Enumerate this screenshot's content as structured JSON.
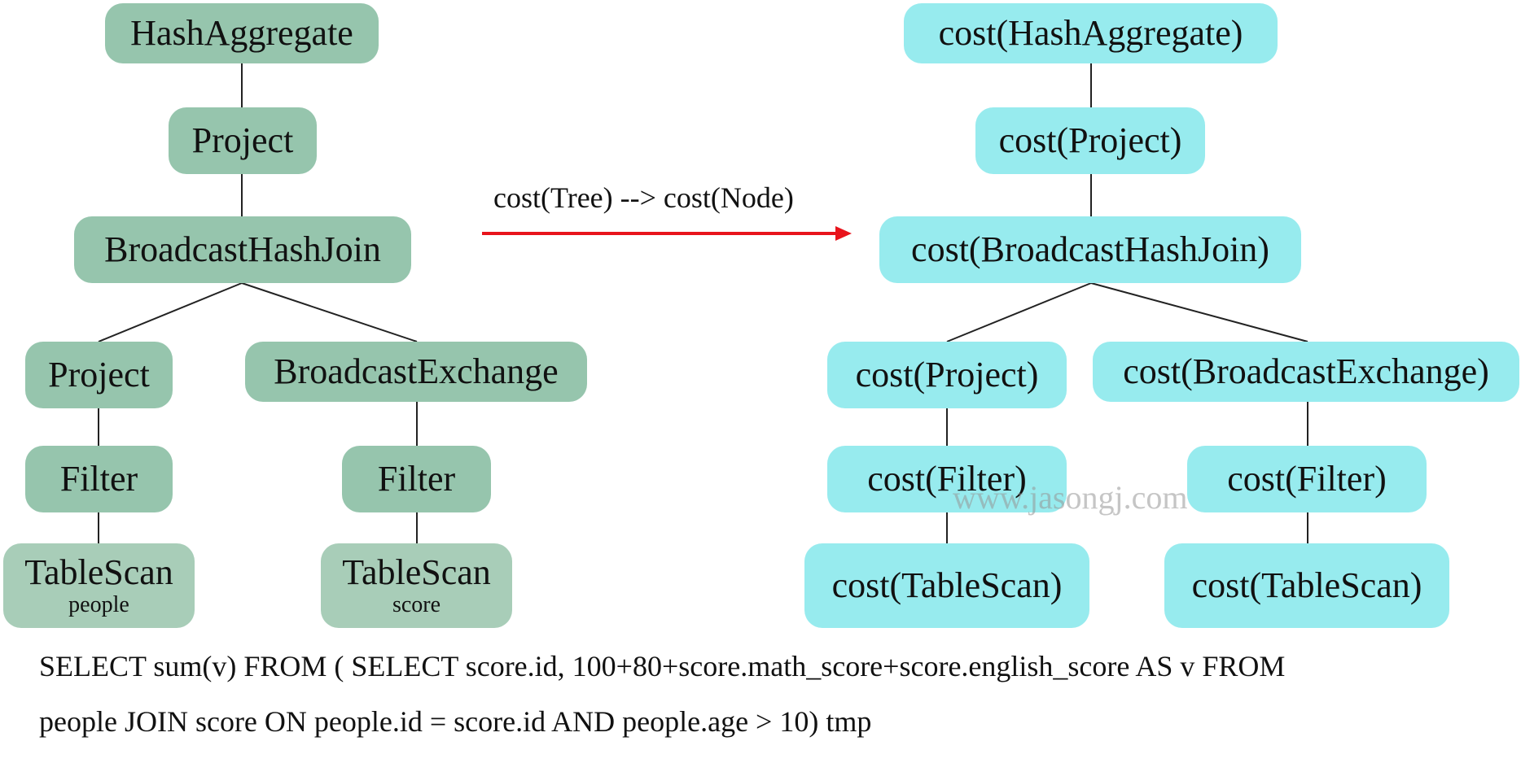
{
  "left_tree": {
    "hash_aggregate": "HashAggregate",
    "project_top": "Project",
    "broadcast_hash_join": "BroadcastHashJoin",
    "project_left": "Project",
    "broadcast_exchange": "BroadcastExchange",
    "filter_left": "Filter",
    "filter_right": "Filter",
    "tablescan_left": "TableScan",
    "tablescan_left_sub": "people",
    "tablescan_right": "TableScan",
    "tablescan_right_sub": "score"
  },
  "transform_label": "cost(Tree) --> cost(Node)",
  "right_tree": {
    "hash_aggregate": "cost(HashAggregate)",
    "project_top": "cost(Project)",
    "broadcast_hash_join": "cost(BroadcastHashJoin)",
    "project_left": "cost(Project)",
    "broadcast_exchange": "cost(BroadcastExchange)",
    "filter_left": "cost(Filter)",
    "filter_right": "cost(Filter)",
    "tablescan_left": "cost(TableScan)",
    "tablescan_right": "cost(TableScan)"
  },
  "watermark": "www.jasongj.com",
  "sql": {
    "line1": "SELECT sum(v) FROM ( SELECT score.id, 100+80+score.math_score+score.english_score AS v FROM",
    "line2": "people JOIN score ON people.id = score.id AND people.age > 10) tmp"
  },
  "colors": {
    "left_node": "#96c5ad",
    "left_leaf": "#a8cdb8",
    "right_node": "#97ebee",
    "arrow": "#e8141c",
    "edge": "#222222"
  }
}
